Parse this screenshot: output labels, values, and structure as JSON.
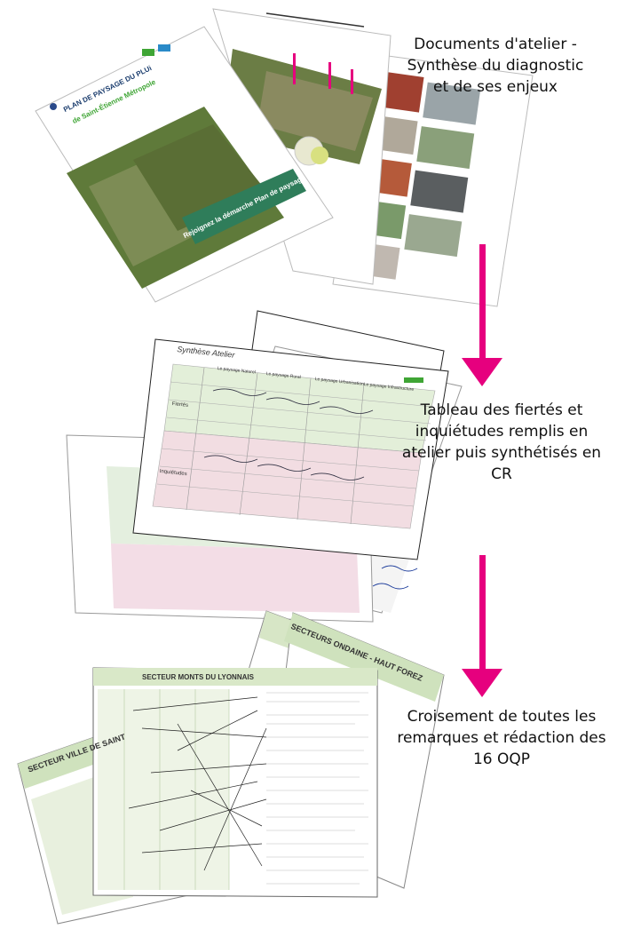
{
  "steps": [
    {
      "label": "Documents d'atelier - Synthèse du diagnostic et de ses enjeux"
    },
    {
      "label": "Tableau des fiertés et inquiétudes remplis en atelier puis synthétisés en CR"
    },
    {
      "label": "Croisement de toutes les remarques et rédaction des 16 OQP"
    }
  ],
  "doc1": {
    "title": "PLAN DE PAYSAGE DU PLUi",
    "subtitle": "de Saint-Étienne Métropole",
    "banner": "Rejoignez la démarche Plan de paysage"
  },
  "doc2": {
    "header": "Synthèse Atelier",
    "col1": "Le paysage Naturel",
    "col2": "Le paysage Rural",
    "col3": "Le paysage Urbanisation",
    "col4": "Le paysage Infrastructure",
    "row1": "Fiertés",
    "row2": "Inquiétudes"
  },
  "doc3": {
    "title_front": "SECTEUR MONTS DU LYONNAIS",
    "title_left": "SECTEUR VILLE DE SAINT",
    "title_back": "SECTEURS ONDAINE - HAUT FOREZ"
  },
  "colors": {
    "arrow": "#e6007e",
    "green": "#3fa535"
  }
}
